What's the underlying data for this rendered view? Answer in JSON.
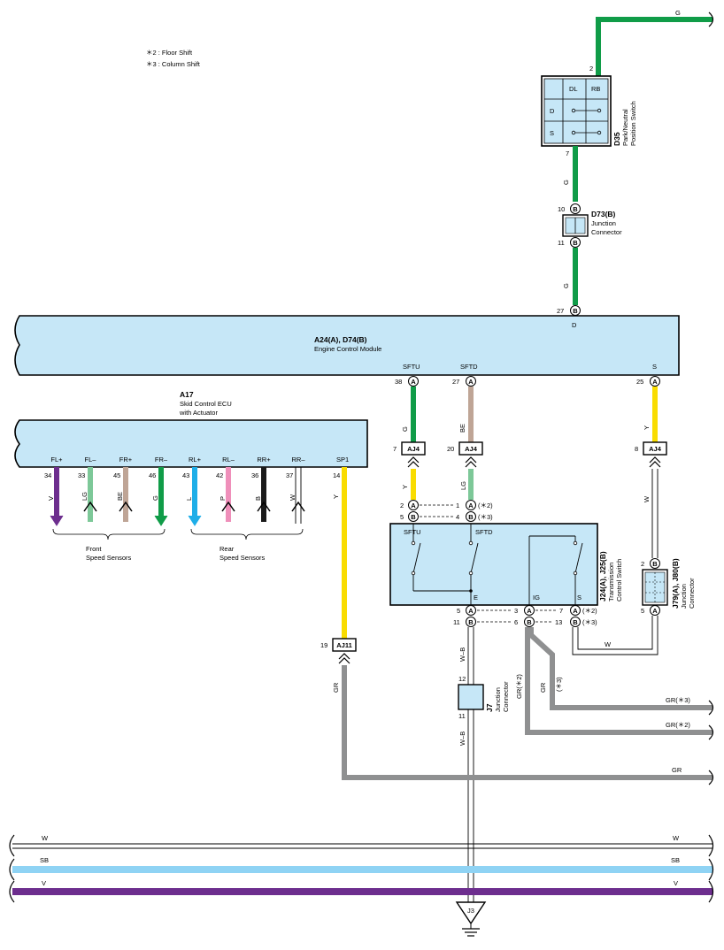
{
  "notes": [
    "＊2 : Floor Shift",
    "＊3 : Column Shift"
  ],
  "d35": {
    "id": "D35",
    "name_line1": "Park/Neutral",
    "name_line2": "Position Switch",
    "hdr_dl": "DL",
    "hdr_rb": "RB",
    "row_d": "D",
    "row_s": "S",
    "pin_top": "2",
    "pin_bottom": "7"
  },
  "d73": {
    "id": "D73(B)",
    "name_line1": "Junction",
    "name_line2": "Connector",
    "pin_top": "10",
    "pin_bottom": "11",
    "letter": "B"
  },
  "ecm": {
    "id": "A24(A), D74(B)",
    "name": "Engine Control Module",
    "pin_d_num": "27",
    "pin_d_label": "D",
    "sftu": "SFTU",
    "sftd": "SFTD",
    "s": "S",
    "pin_sftu": "38",
    "pin_sftd": "27",
    "pin_s": "25",
    "letter_a": "A",
    "letter_b": "B"
  },
  "a17": {
    "id": "A17",
    "name_line1": "Skid Control ECU",
    "name_line2": "with Actuator",
    "pins": [
      {
        "label": "FL+",
        "num": "34",
        "wire": "V"
      },
      {
        "label": "FL–",
        "num": "33",
        "wire": "LG"
      },
      {
        "label": "FR+",
        "num": "45",
        "wire": "BE"
      },
      {
        "label": "FR–",
        "num": "46",
        "wire": "G"
      },
      {
        "label": "RL+",
        "num": "43",
        "wire": "L"
      },
      {
        "label": "RL–",
        "num": "42",
        "wire": "P"
      },
      {
        "label": "RR+",
        "num": "36",
        "wire": "B"
      },
      {
        "label": "RR–",
        "num": "37",
        "wire": "W"
      }
    ],
    "sp1": "SP1",
    "sp1_num": "14",
    "sp1_wire": "Y",
    "front": [
      "Front",
      "Speed Sensors"
    ],
    "rear": [
      "Rear",
      "Speed Sensors"
    ]
  },
  "aj4": {
    "label": "AJ4",
    "left_num": "7",
    "mid_num": "20",
    "right_num": "8"
  },
  "aj11": {
    "label": "AJ11",
    "num": "19"
  },
  "tcs": {
    "id": "J24(A), J25(B)",
    "name_line1": "Transmission",
    "name_line2": "Control Switch",
    "sftu": "SFTU",
    "sftd": "SFTD",
    "e": "E",
    "ig": "IG",
    "s": "S",
    "in_pins": [
      {
        "num": "2",
        "letter": "A",
        "to": "1",
        "note": "(＊2)"
      },
      {
        "num": "5",
        "letter": "B",
        "to": "4",
        "note": "(＊3)"
      }
    ],
    "out_left": [
      {
        "num": "5",
        "letter": "A"
      },
      {
        "num": "11",
        "letter": "B"
      }
    ],
    "out_ig": [
      {
        "num": "3",
        "letter": "A"
      },
      {
        "num": "6",
        "letter": "B"
      }
    ],
    "out_s": [
      {
        "num": "7",
        "letter": "A",
        "note": "(＊2)"
      },
      {
        "num": "13",
        "letter": "B",
        "note": "(＊3)"
      }
    ]
  },
  "j79": {
    "id": "J79(A), J80(B)",
    "name_line1": "Junction",
    "name_line2": "Connector",
    "pin_top": "2",
    "pin_bottom": "5",
    "letter_top": "B",
    "letter_bottom": "A"
  },
  "j7": {
    "id": "J7",
    "name_line1": "Junction",
    "name_line2": "Connector",
    "pin_top": "12",
    "pin_bottom": "11"
  },
  "wires": {
    "g": "G",
    "y": "Y",
    "be": "BE",
    "lg": "LG",
    "w": "W",
    "wb": "W–B",
    "gr": "GR",
    "gr2": "GR(＊2)",
    "gr3": "(＊3)",
    "gr_plain": "GR",
    "gr_right2": "GR(＊2)",
    "gr_right3": "GR(＊3)"
  },
  "buses": {
    "w": "W",
    "sb": "SB",
    "v": "V"
  },
  "ground": {
    "label": "J3"
  },
  "colors": {
    "green": "#109c48",
    "yellow": "#f9dc00",
    "tan": "#bfa596",
    "lightgreen": "#7dc898",
    "purple": "#6d2e8e",
    "pink": "#ef8fba",
    "blue": "#1eaee8",
    "black": "#1a1a1a",
    "gray": "#8f9091",
    "skyblue": "#8fd3f4",
    "panel": "#c6e7f7"
  }
}
